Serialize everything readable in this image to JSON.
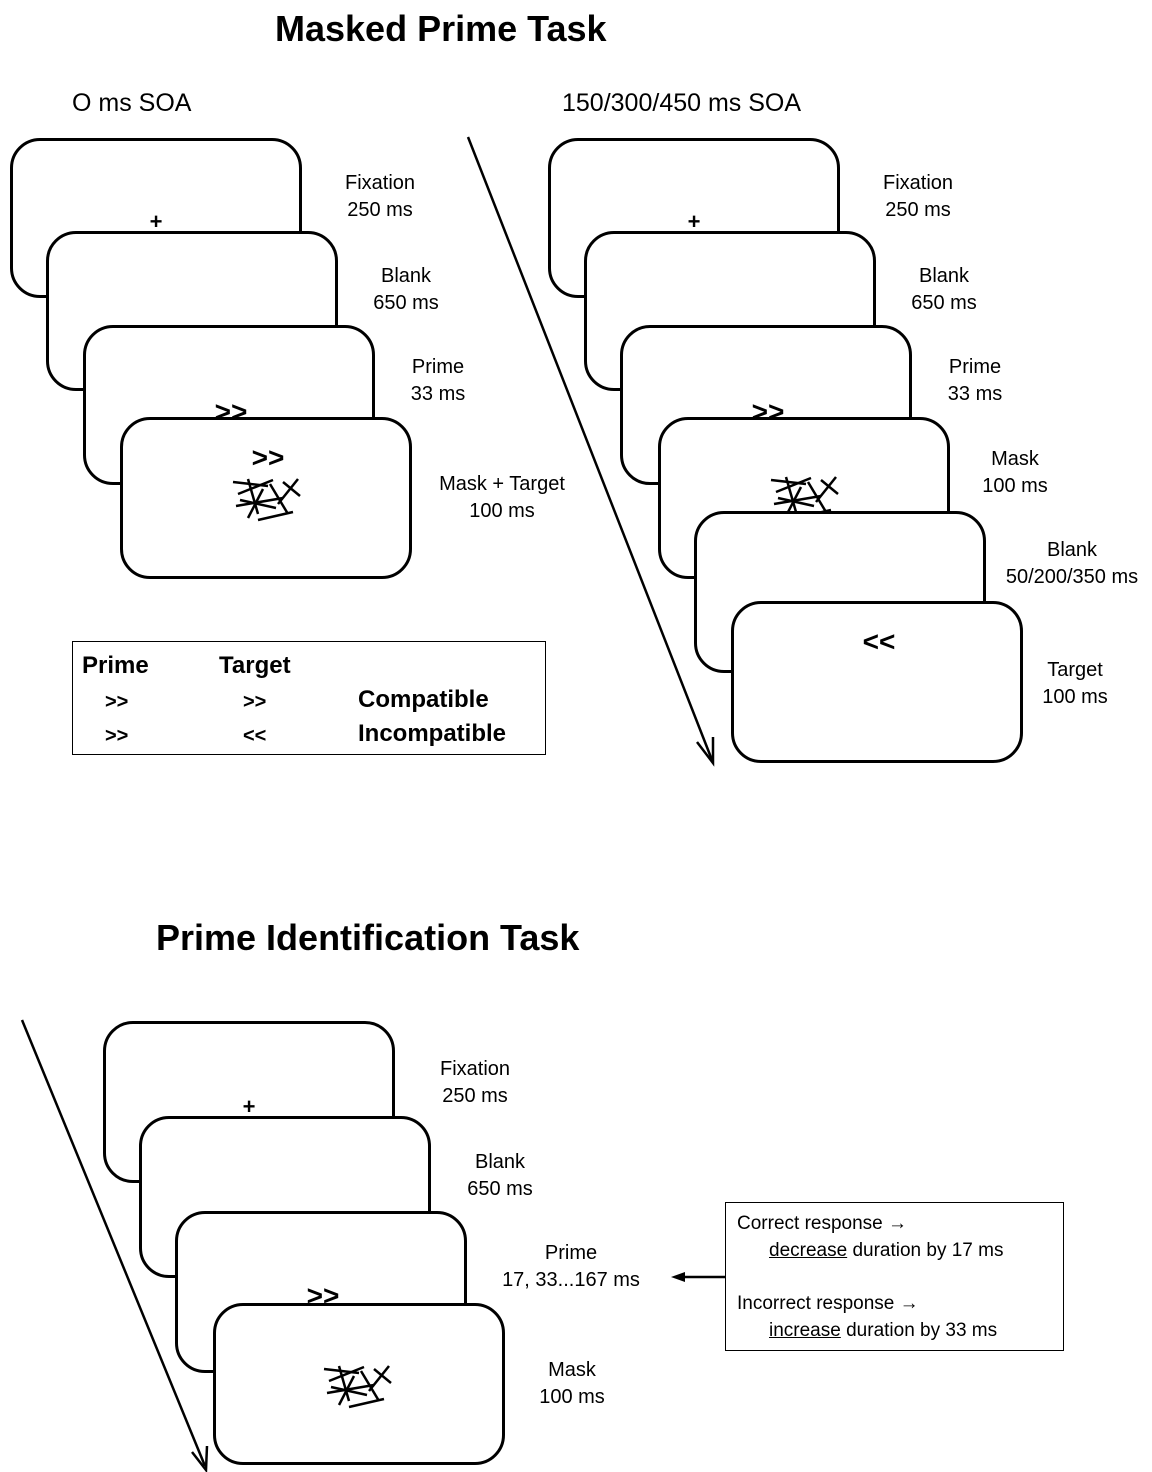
{
  "masked_prime": {
    "title": "Masked Prime Task",
    "left": {
      "subtitle": "O ms SOA",
      "screens": [
        {
          "name": "Fixation",
          "duration": "250 ms",
          "content": "+"
        },
        {
          "name": "Blank",
          "duration": "650 ms",
          "content": ""
        },
        {
          "name": "Prime",
          "duration": "33 ms",
          "content": ">>"
        },
        {
          "name": "Mask + Target",
          "duration": "100 ms",
          "content": ">>"
        }
      ]
    },
    "right": {
      "subtitle": "150/300/450 ms SOA",
      "screens": [
        {
          "name": "Fixation",
          "duration": "250 ms",
          "content": "+"
        },
        {
          "name": "Blank",
          "duration": "650 ms",
          "content": ""
        },
        {
          "name": "Prime",
          "duration": "33 ms",
          "content": ">>"
        },
        {
          "name": "Mask",
          "duration": "100 ms",
          "content": ""
        },
        {
          "name": "Blank",
          "duration": "50/200/350 ms",
          "content": ""
        },
        {
          "name": "Target",
          "duration": "100 ms",
          "content": "<<"
        }
      ]
    },
    "legend": {
      "header_prime": "Prime",
      "header_target": "Target",
      "rows": [
        {
          "prime": ">>",
          "target": ">>",
          "label": "Compatible"
        },
        {
          "prime": ">>",
          "target": "<<",
          "label": "Incompatible"
        }
      ]
    }
  },
  "prime_id": {
    "title": "Prime Identification Task",
    "screens": [
      {
        "name": "Fixation",
        "duration": "250 ms",
        "content": "+"
      },
      {
        "name": "Blank",
        "duration": "650 ms",
        "content": ""
      },
      {
        "name": "Prime",
        "duration": "17, 33...167 ms",
        "content": ">>"
      },
      {
        "name": "Mask",
        "duration": "100 ms",
        "content": ""
      }
    ],
    "note": {
      "correct": "Correct response →",
      "correct_word": "decrease",
      "correct_rest": "duration by 17 ms",
      "incorrect": "Incorrect response →",
      "incorrect_word": "increase",
      "incorrect_rest": "duration by 33 ms"
    }
  }
}
